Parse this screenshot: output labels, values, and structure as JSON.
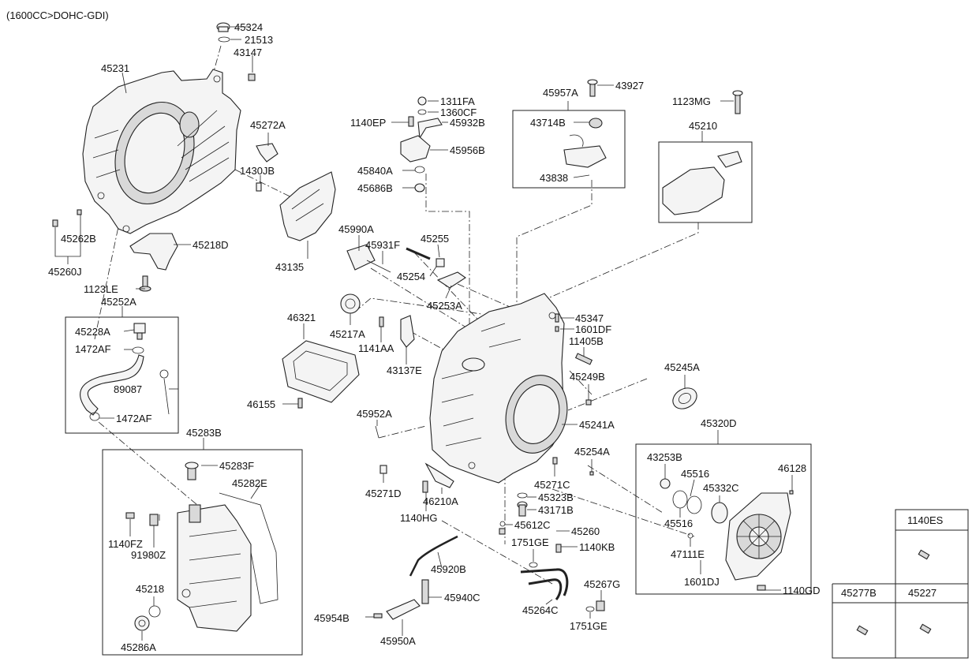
{
  "header": {
    "spec": "(1600CC>DOHC-GDI)"
  },
  "labels": {
    "45324": "45324",
    "21513": "21513",
    "43147": "43147",
    "45231": "45231",
    "45272A": "45272A",
    "1430JB": "1430JB",
    "43135": "43135",
    "45262B": "45262B",
    "45260J": "45260J",
    "45218D": "45218D",
    "1123LE": "1123LE",
    "45252A": "45252A",
    "45228A": "45228A",
    "1472AF_a": "1472AF",
    "89087": "89087",
    "1472AF_b": "1472AF",
    "1311FA": "1311FA",
    "1360CF": "1360CF",
    "1140EP": "1140EP",
    "45932B": "45932B",
    "45956B": "45956B",
    "45840A": "45840A",
    "45686B": "45686B",
    "45957A": "45957A",
    "43927": "43927",
    "43714B": "43714B",
    "43838": "43838",
    "1123MG": "1123MG",
    "45210": "45210",
    "45990A": "45990A",
    "45931F": "45931F",
    "45255": "45255",
    "45254": "45254",
    "45253A": "45253A",
    "46321": "46321",
    "45217A": "45217A",
    "1141AA": "1141AA",
    "43137E": "43137E",
    "45347": "45347",
    "1601DF": "1601DF",
    "11405B": "11405B",
    "45245A": "45245A",
    "45249B": "45249B",
    "46155": "46155",
    "45952A": "45952A",
    "45241A": "45241A",
    "45283B": "45283B",
    "45283F": "45283F",
    "45282E": "45282E",
    "45320D": "45320D",
    "43253B": "43253B",
    "45254A": "45254A",
    "45516_a": "45516",
    "46128": "46128",
    "45332C": "45332C",
    "45271D": "45271D",
    "46210A": "46210A",
    "45271C": "45271C",
    "45323B": "45323B",
    "43171B": "43171B",
    "1140HG": "1140HG",
    "45516_b": "45516",
    "45612C": "45612C",
    "45260": "45260",
    "1140FZ": "1140FZ",
    "91980Z": "91980Z",
    "1751GE_a": "1751GE",
    "1140KB": "1140KB",
    "47111E": "47111E",
    "45920B": "45920B",
    "1601DJ": "1601DJ",
    "45218": "45218",
    "45940C": "45940C",
    "45267G": "45267G",
    "45264C": "45264C",
    "1140GD": "1140GD",
    "45954B": "45954B",
    "1751GE_b": "1751GE",
    "45286A": "45286A",
    "45950A": "45950A"
  },
  "legend_box": {
    "top": "1140ES",
    "bottom_left": "45277B",
    "bottom_right": "45227"
  }
}
